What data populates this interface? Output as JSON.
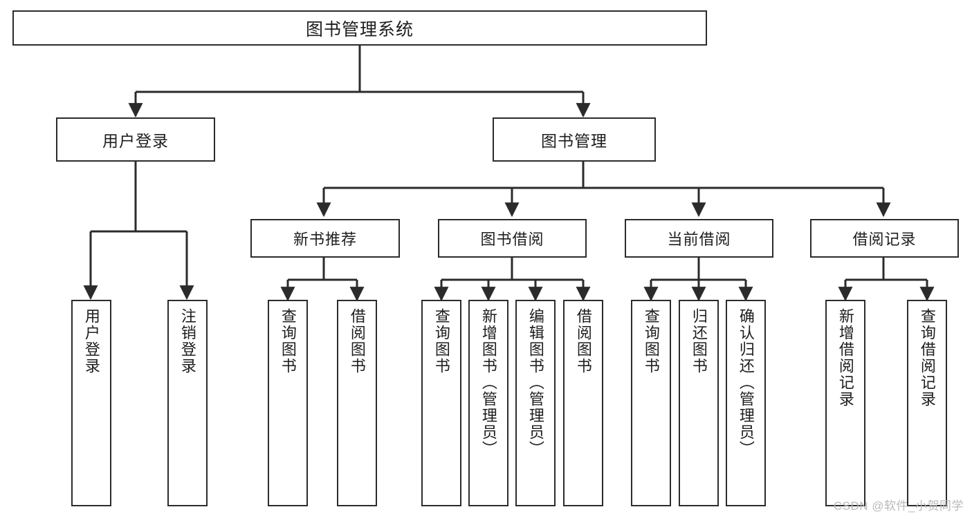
{
  "diagram": {
    "kind": "functional-decomposition-tree",
    "title": "图书管理系统",
    "watermark": "CSDN @软件_小贺同学",
    "colors": {
      "stroke": "#2b2b2b",
      "fill": "#ffffff",
      "text": "#1d1d1d",
      "watermark": "#b9b9b9"
    },
    "nodes": {
      "root": {
        "label": "图书管理系统"
      },
      "level1": [
        {
          "id": "user-login",
          "label": "用户登录"
        },
        {
          "id": "book-manage",
          "label": "图书管理"
        }
      ],
      "level2": [
        {
          "id": "new-book-recommend",
          "label": "新书推荐"
        },
        {
          "id": "book-borrow",
          "label": "图书借阅"
        },
        {
          "id": "current-borrow",
          "label": "当前借阅"
        },
        {
          "id": "borrow-record",
          "label": "借阅记录"
        }
      ],
      "leaves": {
        "user-login": [
          {
            "id": "leaf-user-login",
            "label": "用户登录"
          },
          {
            "id": "leaf-user-logout",
            "label": "注销登录"
          }
        ],
        "new-book-recommend": [
          {
            "id": "leaf-query-book-1",
            "label": "查询图书"
          },
          {
            "id": "leaf-borrow-book-1",
            "label": "借阅图书"
          }
        ],
        "book-borrow": [
          {
            "id": "leaf-query-book-2",
            "label": "查询图书"
          },
          {
            "id": "leaf-add-book",
            "label": "新增图书（管理员）"
          },
          {
            "id": "leaf-edit-book",
            "label": "编辑图书（管理员）"
          },
          {
            "id": "leaf-borrow-book-2",
            "label": "借阅图书"
          }
        ],
        "current-borrow": [
          {
            "id": "leaf-query-book-3",
            "label": "查询图书"
          },
          {
            "id": "leaf-return-book",
            "label": "归还图书"
          },
          {
            "id": "leaf-confirm-return",
            "label": "确认归还（管理员）"
          }
        ],
        "borrow-record": [
          {
            "id": "leaf-add-record",
            "label": "新增借阅记录"
          },
          {
            "id": "leaf-query-record",
            "label": "查询借阅记录"
          }
        ]
      }
    }
  }
}
